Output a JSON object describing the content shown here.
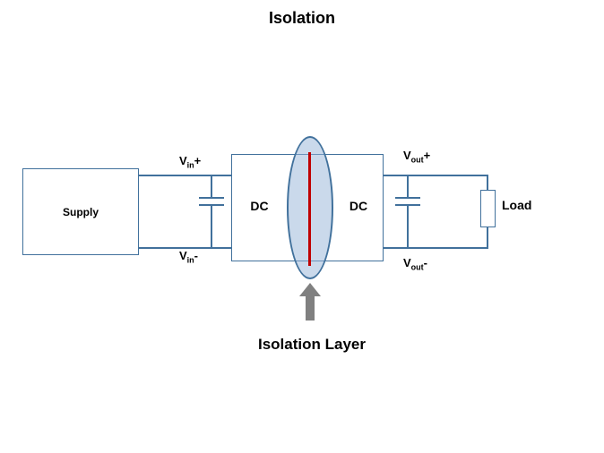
{
  "diagram": {
    "title": "Isolation",
    "supply_label": "Supply",
    "dc_left_label": "DC",
    "dc_right_label": "DC",
    "load_label": "Load",
    "isolation_layer_label": "Isolation Layer",
    "terminals": {
      "vin_plus": {
        "base": "V",
        "sub": "in",
        "suffix": "+"
      },
      "vin_minus": {
        "base": "V",
        "sub": "in",
        "suffix": "-"
      },
      "vout_plus": {
        "base": "V",
        "sub": "out",
        "suffix": "+"
      },
      "vout_minus": {
        "base": "V",
        "sub": "out",
        "suffix": "-"
      }
    },
    "colors": {
      "wire": "#41719c",
      "isolation_fill": "#95b3d7",
      "isolation_barrier": "#c00000",
      "arrow": "#808080",
      "text": "#000000"
    }
  }
}
